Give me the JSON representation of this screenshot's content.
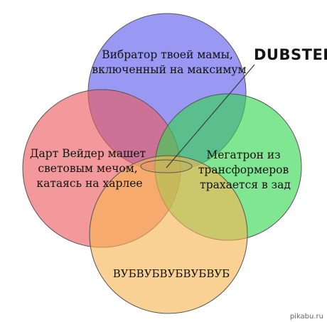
{
  "circles": [
    {
      "id": "top",
      "color": "#5a5aee",
      "lines": [
        "Вибратор твоей мамы,",
        "включенный на максимум"
      ]
    },
    {
      "id": "left",
      "color": "#ee5a5e",
      "lines": [
        "Дарт Вейдер машет",
        "световым мечом,",
        "катаясь на харлее"
      ]
    },
    {
      "id": "right",
      "color": "#34d64e",
      "lines": [
        "Мегатрон из",
        "трансформеров",
        "трахается в зад"
      ]
    },
    {
      "id": "bottom",
      "color": "#f7b552",
      "lines": [
        "ВУБВУБВУБВУБВУБ"
      ]
    }
  ],
  "callout": {
    "label": "DUBSTEP"
  },
  "watermark": {
    "text": "pikabu.ru"
  }
}
